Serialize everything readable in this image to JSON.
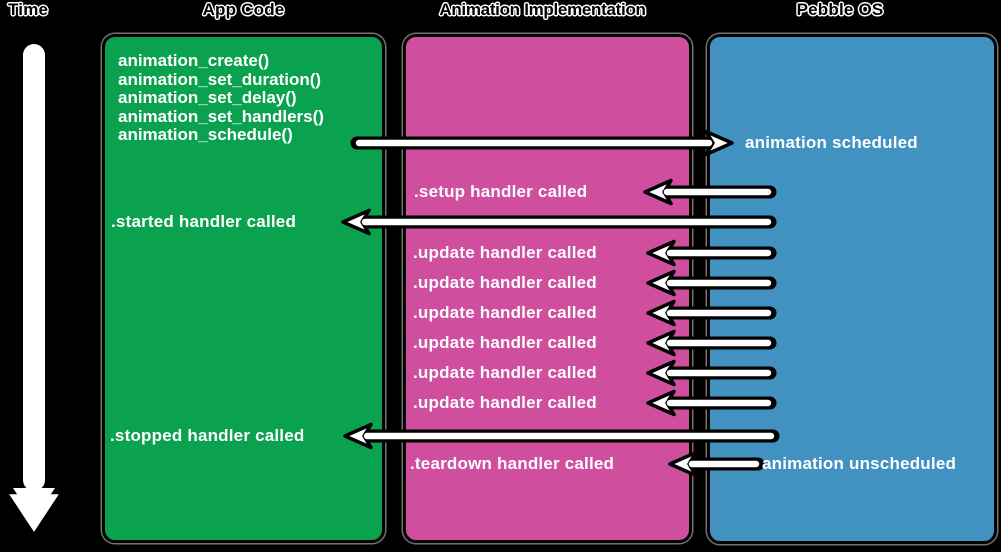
{
  "headers": {
    "time": "Time",
    "app_code": "App Code",
    "implementation": "Animation Implementation",
    "pebble_os": "Pebble OS"
  },
  "colors": {
    "background": "#000000",
    "green": "#0aa24e",
    "magenta": "#d04e9e",
    "blue": "#4191c1",
    "text": "#ffffff",
    "arrow_fill": "#ffffff",
    "arrow_outline": "#000000"
  },
  "app_code": {
    "functions": [
      "animation_create()",
      "animation_set_duration()",
      "animation_set_delay()",
      "animation_set_handlers()",
      "animation_schedule()"
    ],
    "started": ".started handler called",
    "stopped": ".stopped handler called"
  },
  "implementation": {
    "setup": ".setup handler called",
    "updates": [
      ".update handler called",
      ".update handler called",
      ".update handler called",
      ".update handler called",
      ".update handler called",
      ".update handler called"
    ],
    "teardown": ".teardown handler called"
  },
  "pebble_os": {
    "scheduled": "animation scheduled",
    "unscheduled": "animation unscheduled"
  }
}
